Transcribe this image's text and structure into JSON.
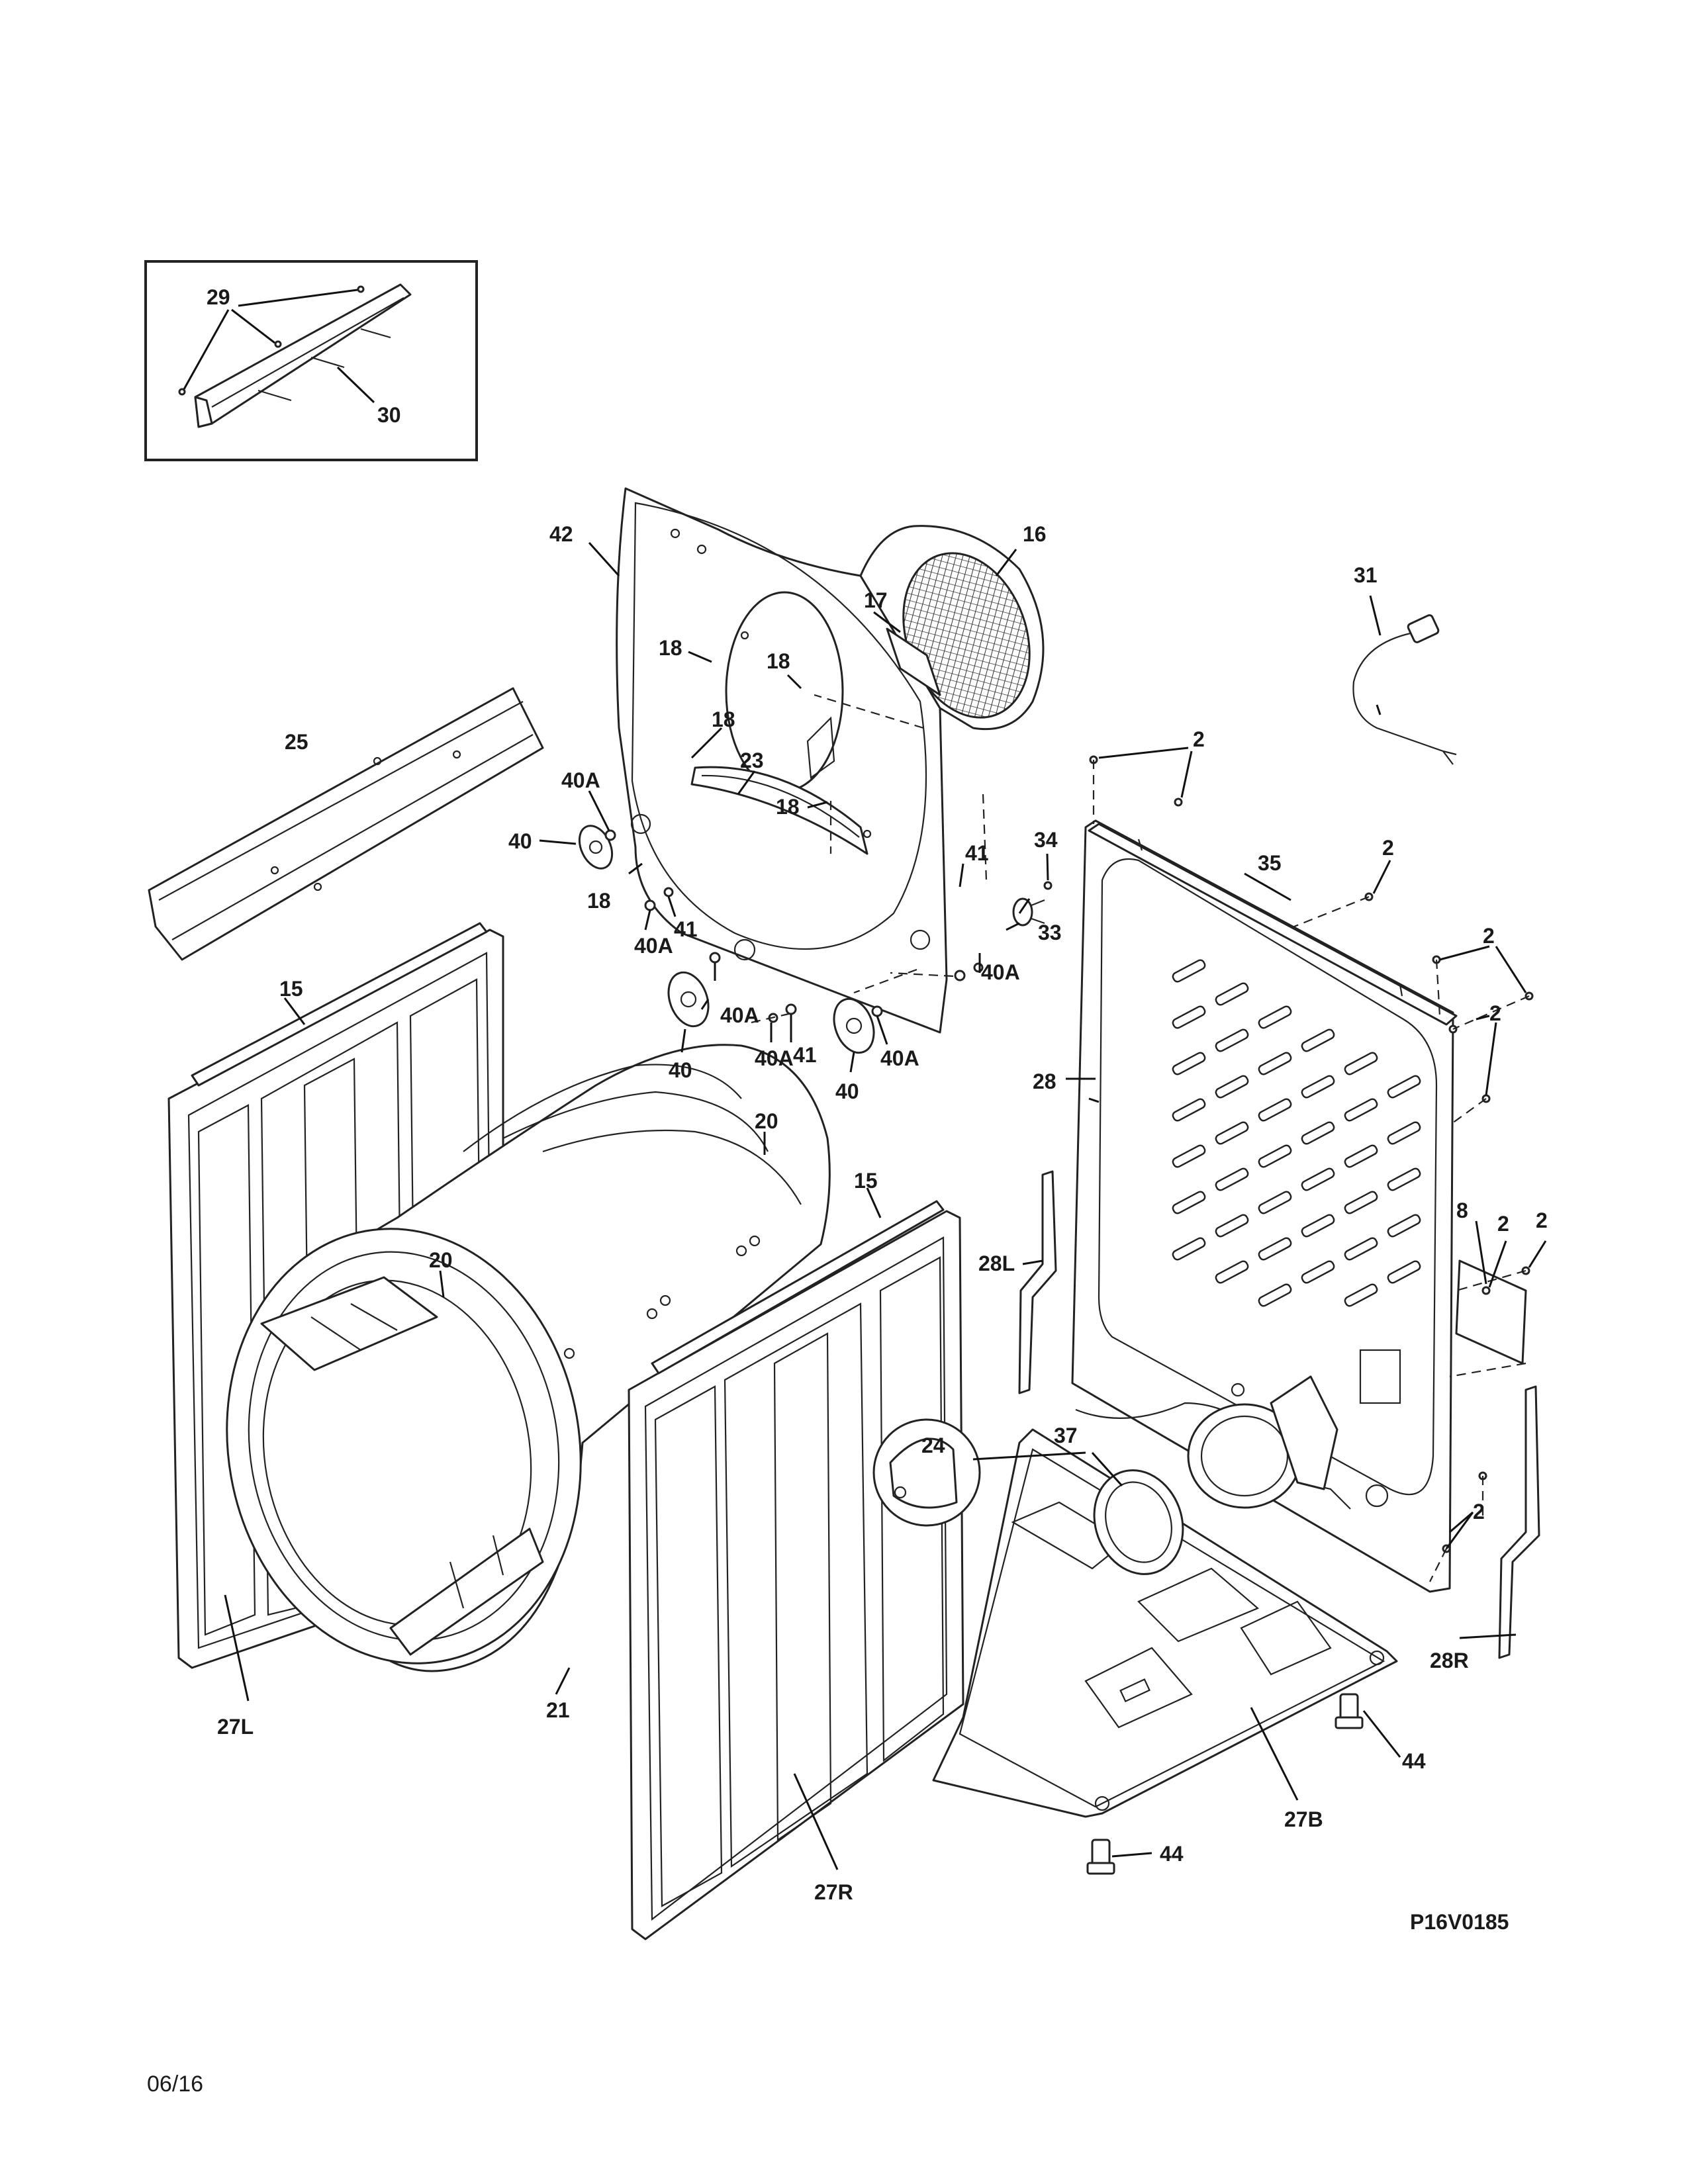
{
  "callouts": {
    "c29": "29",
    "c30": "30",
    "c42": "42",
    "c16": "16",
    "c17": "17",
    "c18a": "18",
    "c18b": "18",
    "c18c": "18",
    "c18d": "18",
    "c18e": "18",
    "c23": "23",
    "c25": "25",
    "c31": "31",
    "c2a": "2",
    "c2b": "2",
    "c2c": "2",
    "c2d": "2",
    "c2e": "2",
    "c2f": "2",
    "c2g": "2",
    "c35": "35",
    "c34": "34",
    "c41a": "41",
    "c41b": "41",
    "c41c": "41",
    "c33": "33",
    "c40Aa": "40A",
    "c40Ab": "40A",
    "c40Ac": "40A",
    "c40Ad": "40A",
    "c40Ae": "40A",
    "c40a": "40",
    "c40b": "40",
    "c40c": "40",
    "c28": "28",
    "c15a": "15",
    "c15b": "15",
    "c20a": "20",
    "c20b": "20",
    "c28L": "28L",
    "c8": "8",
    "c24": "24",
    "c37": "37",
    "c21": "21",
    "c27L": "27L",
    "c27R": "27R",
    "c27B": "27B",
    "c44a": "44",
    "c44b": "44",
    "c28R": "28R"
  },
  "diagram_code": "P16V0185",
  "date": "06/16",
  "colors": {
    "line": "#222222",
    "background": "#ffffff"
  }
}
